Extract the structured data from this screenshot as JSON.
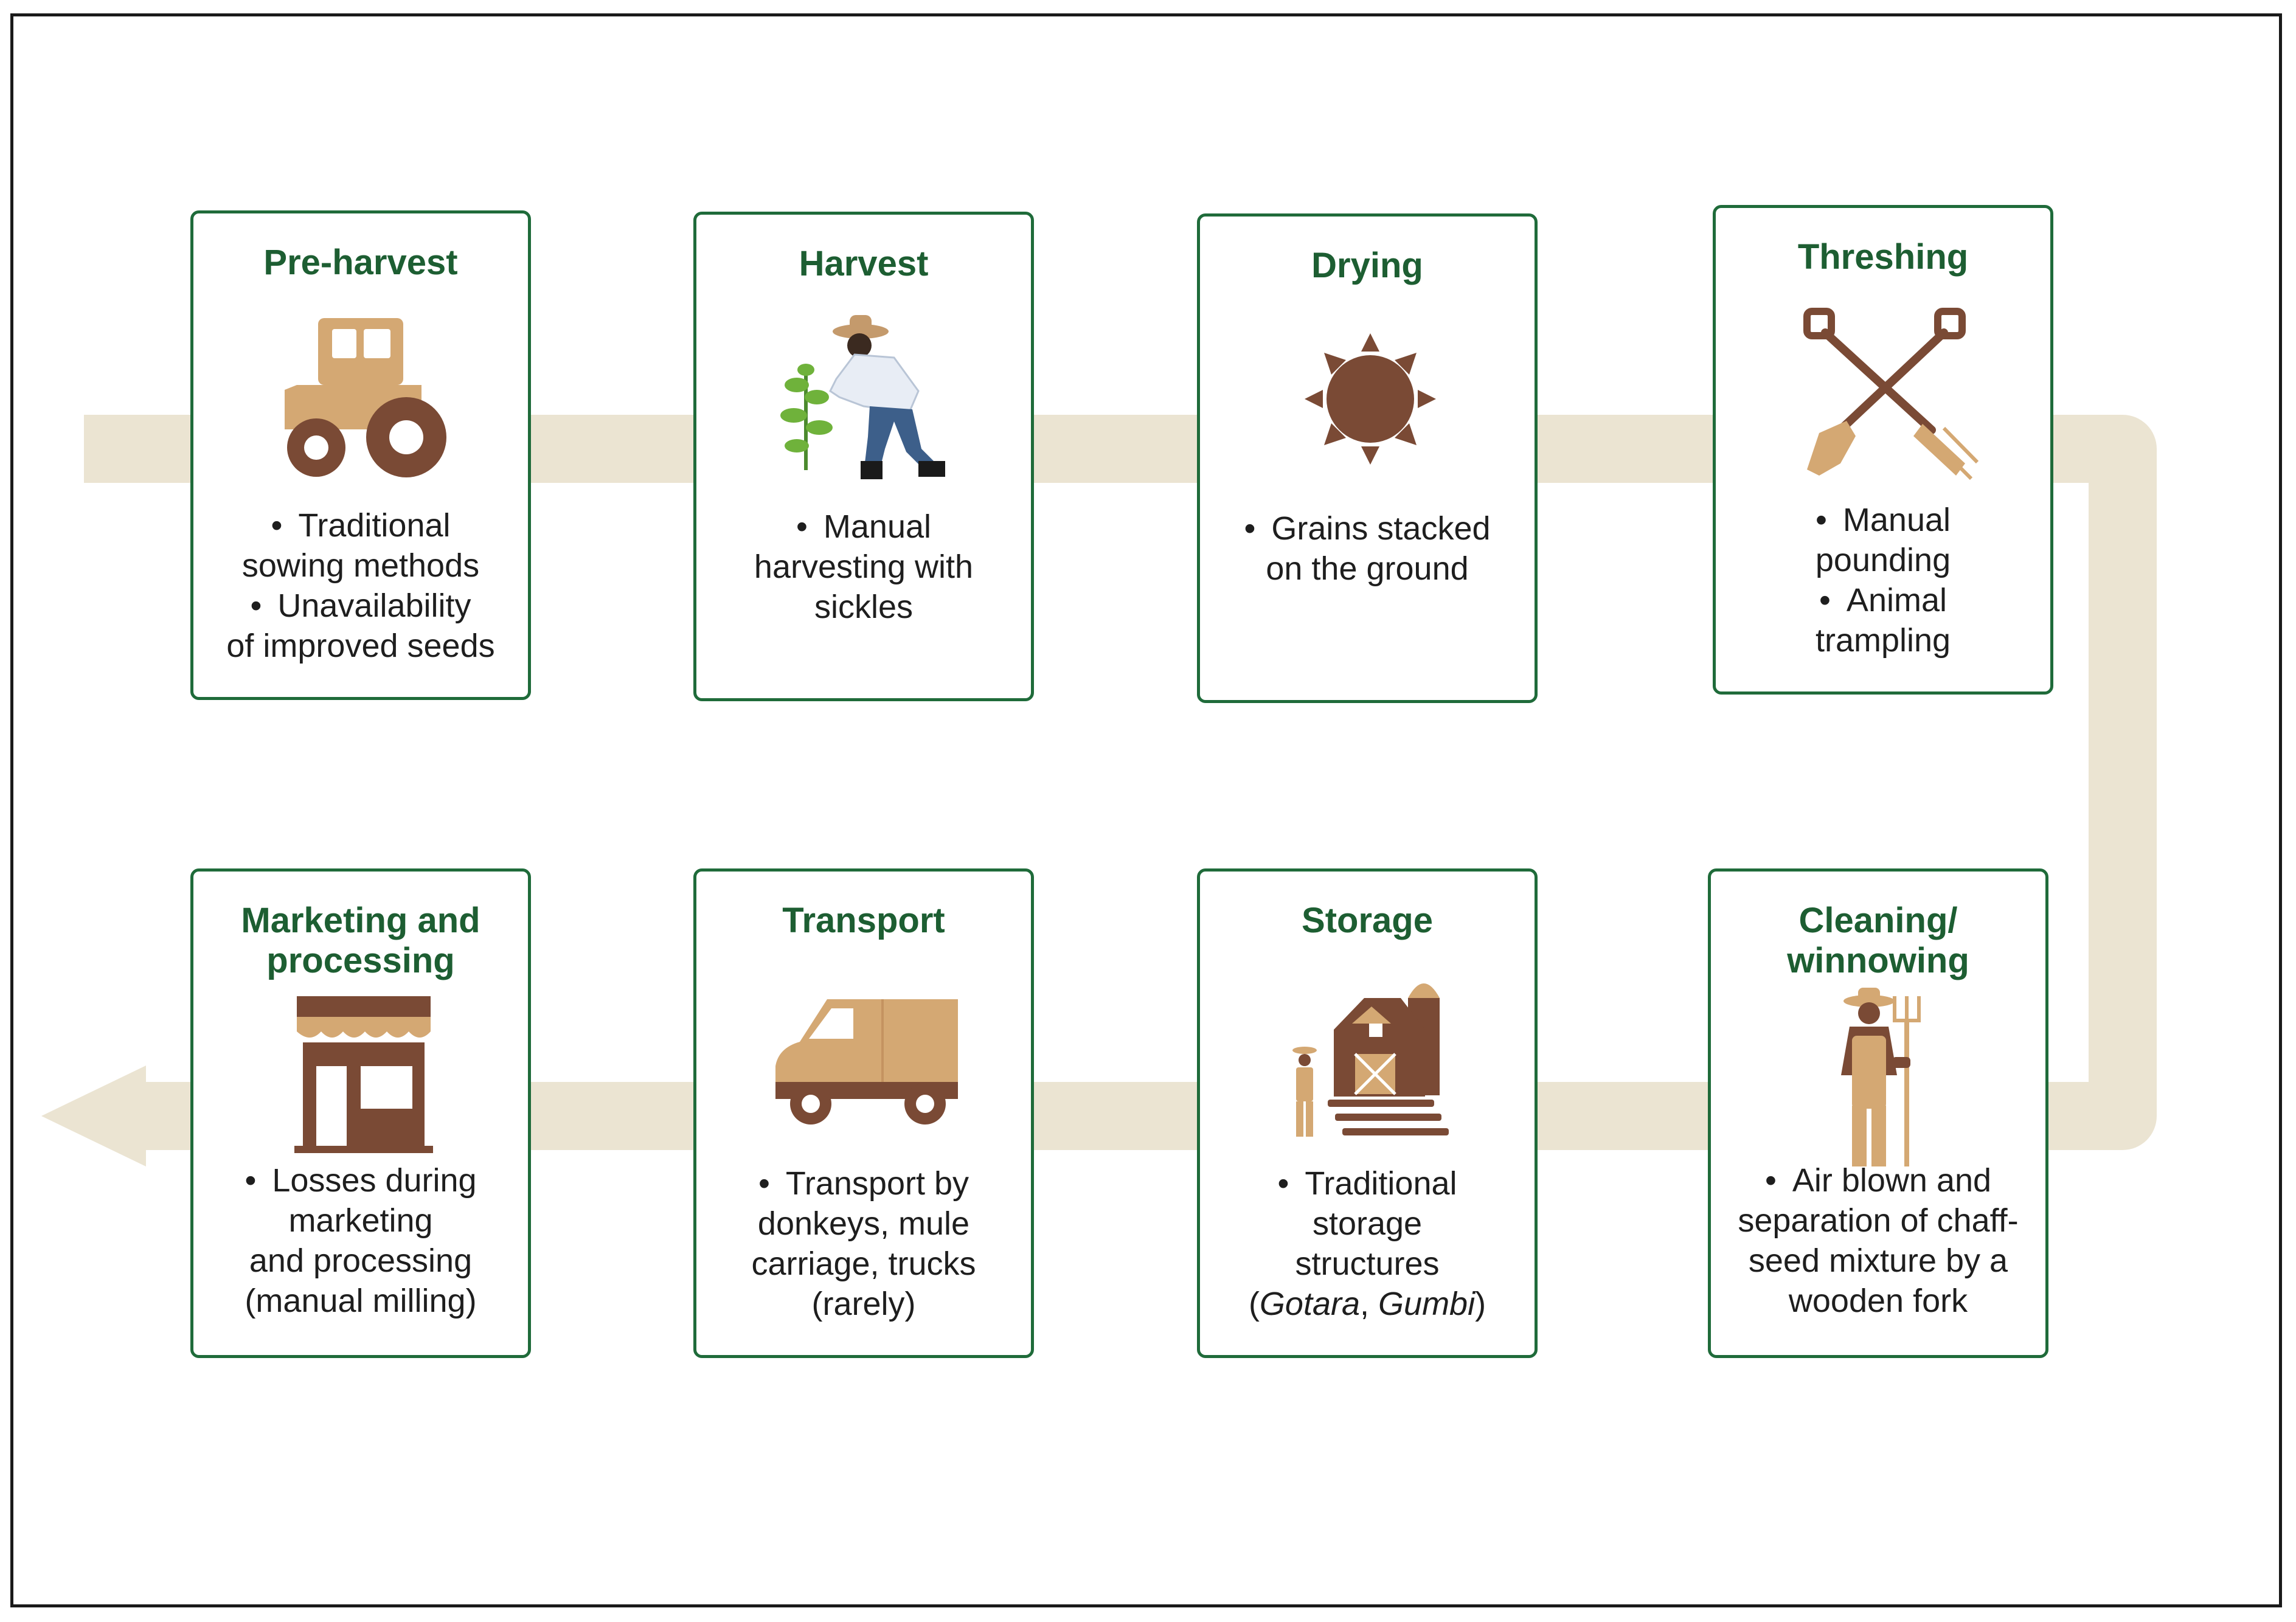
{
  "stages": [
    {
      "title": "Pre-harvest",
      "icon": "tractor-icon",
      "bullets": [
        "Traditional\nsowing methods",
        "Unavailability\nof improved seeds"
      ]
    },
    {
      "title": "Harvest",
      "icon": "farmer-harvesting-icon",
      "bullets": [
        "Manual\nharvesting with\nsickles"
      ]
    },
    {
      "title": "Drying",
      "icon": "sun-icon",
      "bullets": [
        "Grains stacked\non the ground"
      ]
    },
    {
      "title": "Threshing",
      "icon": "shovel-pitchfork-icon",
      "bullets": [
        "Manual\npounding",
        "Animal\ntrampling"
      ]
    },
    {
      "title": "Cleaning/\nwinnowing",
      "icon": "farmer-with-fork-icon",
      "bullets": [
        "Air blown and\nseparation of chaff-\nseed mixture by a\nwooden fork"
      ]
    },
    {
      "title": "Storage",
      "icon": "barn-silo-icon",
      "bullets": [
        "Traditional\nstorage\nstructures"
      ],
      "note_open": "(",
      "note_term1": "Gotara",
      "note_sep": ", ",
      "note_term2": "Gumbi",
      "note_close": ")"
    },
    {
      "title": "Transport",
      "icon": "delivery-van-icon",
      "bullets": [
        "Transport by\ndonkeys, mule\ncarriage, trucks\n(rarely)"
      ]
    },
    {
      "title": "Marketing and\nprocessing",
      "icon": "shop-icon",
      "bullets": [
        "Losses during\nmarketing\nand processing\n(manual milling)"
      ]
    }
  ],
  "colors": {
    "card_border": "#1f6b3a",
    "title_text": "#1d5e32",
    "flow_band": "#ebe4d2",
    "icon_brown": "#7a4a35",
    "icon_tan": "#d4a873",
    "frame": "#1a1a1a"
  }
}
